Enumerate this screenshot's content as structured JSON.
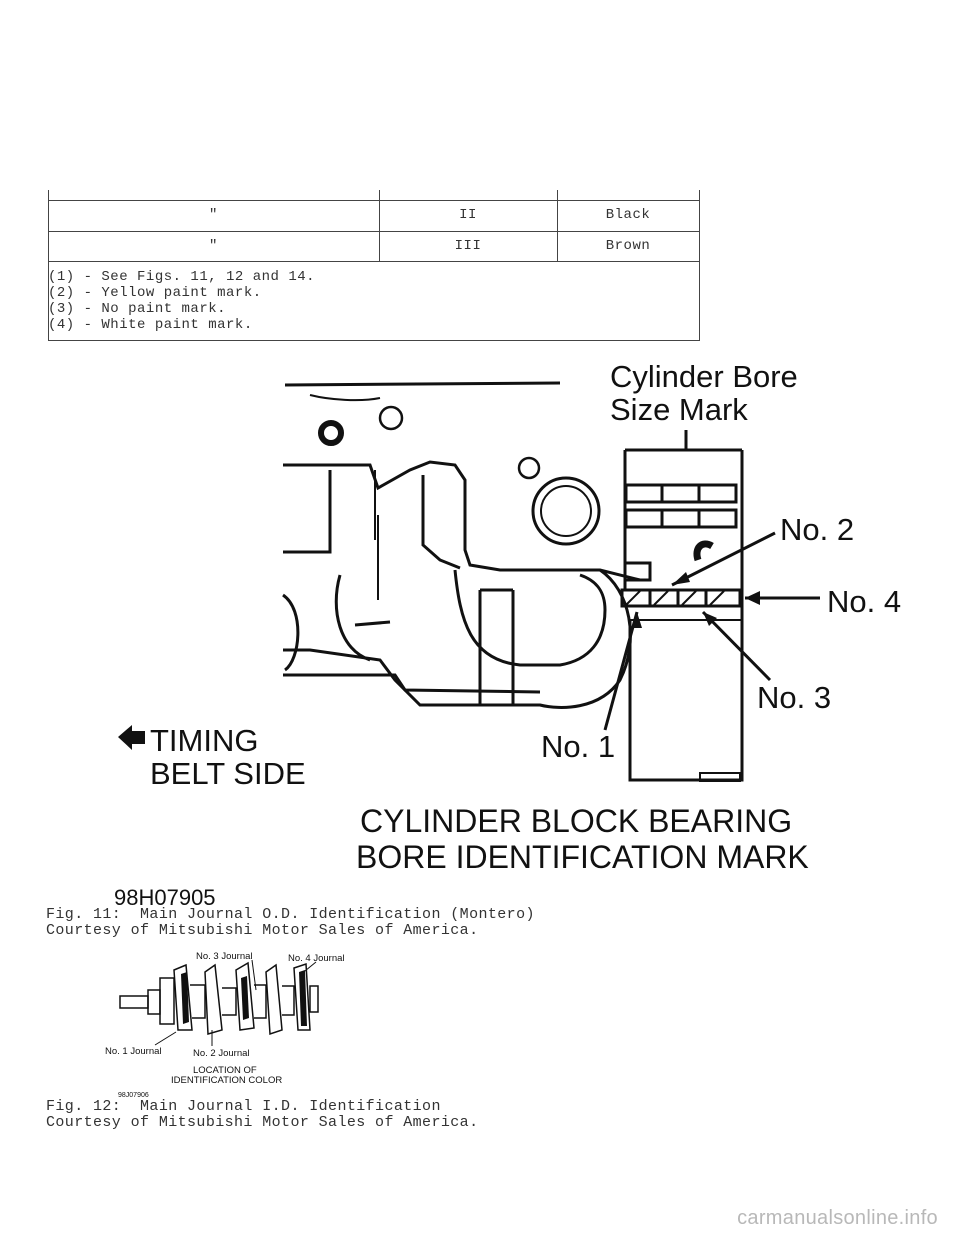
{
  "table": {
    "rows": [
      {
        "col1": "\"",
        "col2": "II",
        "col3": "Black"
      },
      {
        "col1": "\"",
        "col2": "III",
        "col3": "Brown"
      }
    ],
    "notes": [
      "(1) - See Figs. 11, 12 and 14.",
      "(2) - Yellow paint mark.",
      "(3) - No paint mark.",
      "(4) - White paint mark."
    ]
  },
  "figure11": {
    "title_line1": "Cylinder Bore",
    "title_line2": "Size Mark",
    "label_no2": "No. 2",
    "label_no4": "No. 4",
    "label_no3": "No. 3",
    "label_no1": "No. 1",
    "timing_line1": "TIMING",
    "timing_line2": "BELT SIDE",
    "bottom_line1": "CYLINDER BLOCK BEARING",
    "bottom_line2": "BORE IDENTIFICATION MARK",
    "code": "98H07905",
    "caption_line1": "Fig. 11:  Main Journal O.D. Identification (Montero)",
    "caption_line2": "Courtesy of Mitsubishi Motor Sales of America."
  },
  "figure12": {
    "label_no3": "No. 3 Journal",
    "label_no4": "No. 4 Journal",
    "label_no1": "No. 1 Journal",
    "label_no2": "No. 2 Journal",
    "location_line1": "LOCATION OF",
    "location_line2": "IDENTIFICATION COLOR",
    "code": "98J07906",
    "caption_line1": "Fig. 12:  Main Journal I.D. Identification",
    "caption_line2": "Courtesy of Mitsubishi Motor Sales of America."
  },
  "watermark": "carmanualsonline.info"
}
